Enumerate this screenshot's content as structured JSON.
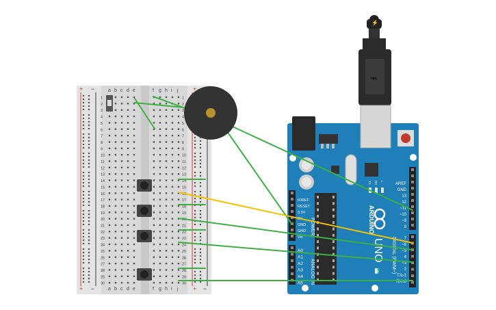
{
  "breadboard": {
    "power_plus": "+",
    "power_minus": "−",
    "col_labels_left": [
      "a",
      "b",
      "c",
      "d",
      "e"
    ],
    "col_labels_right": [
      "f",
      "g",
      "h",
      "i",
      "j"
    ],
    "row_count": 30
  },
  "arduino": {
    "brand": "ARDUINO",
    "model": "UNO",
    "header_top_labels": [
      "AREF",
      "GND",
      "13",
      "12",
      "~11",
      "~10",
      "~9",
      "8"
    ],
    "header_digital_labels": [
      "7",
      "~6",
      "~5",
      "4",
      "~3",
      "2",
      "TX▹1",
      "RX◃0"
    ],
    "digital_title": "DIGITAL (PWM~)",
    "power_labels": [
      "IOREF",
      "RESET",
      "3.3V",
      "5V",
      "GND",
      "GND",
      "Vin"
    ],
    "power_title": "POWER",
    "analog_labels": [
      "A0",
      "A1",
      "A2",
      "A3",
      "A4",
      "A5"
    ],
    "analog_title": "ANALOG IN",
    "led_labels": [
      "TX",
      "RX",
      "L"
    ],
    "on_label": "ON",
    "usb_bolt": "⚡"
  },
  "colors": {
    "wire_green": "#3cb043",
    "wire_yellow": "#f2c200",
    "board_teal": "#1f7fb8",
    "buzzer_body": "#333333",
    "buzzer_center": "#b8912e"
  }
}
